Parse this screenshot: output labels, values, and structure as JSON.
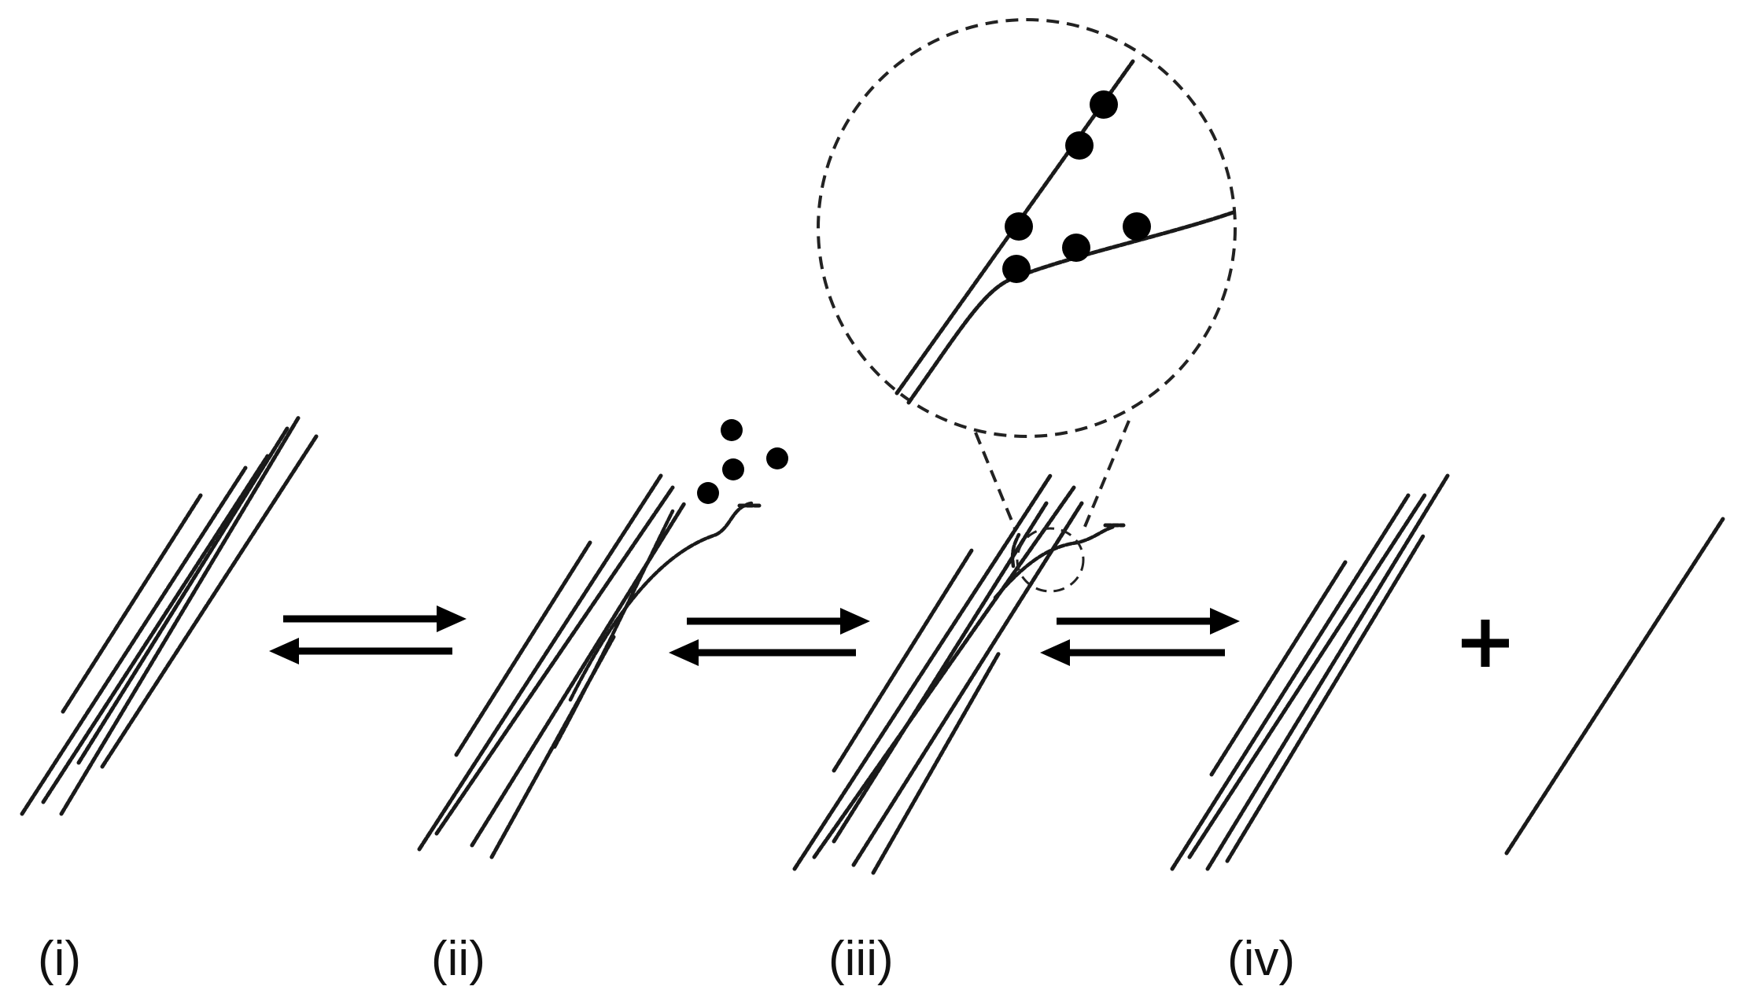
{
  "stages": [
    {
      "id": "i",
      "label": "(i)"
    },
    {
      "id": "ii",
      "label": "(ii)"
    },
    {
      "id": "iii",
      "label": "(iii)"
    },
    {
      "id": "iv",
      "label": "(iv)"
    }
  ],
  "operator": "+",
  "colors": {
    "ink": "#1a1a1a",
    "background": "#ffffff"
  }
}
